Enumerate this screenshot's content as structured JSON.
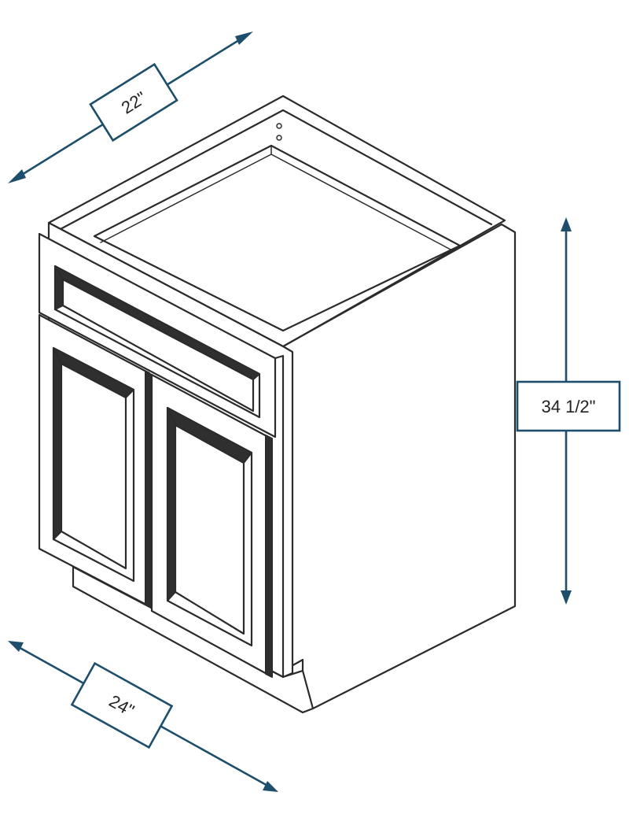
{
  "dimensions": {
    "depth": "22\"",
    "height": "34 1/2\"",
    "width": "24\""
  },
  "colors": {
    "dimension": "#1d4e6b",
    "outline": "#2b2b2b",
    "background": "#ffffff"
  }
}
